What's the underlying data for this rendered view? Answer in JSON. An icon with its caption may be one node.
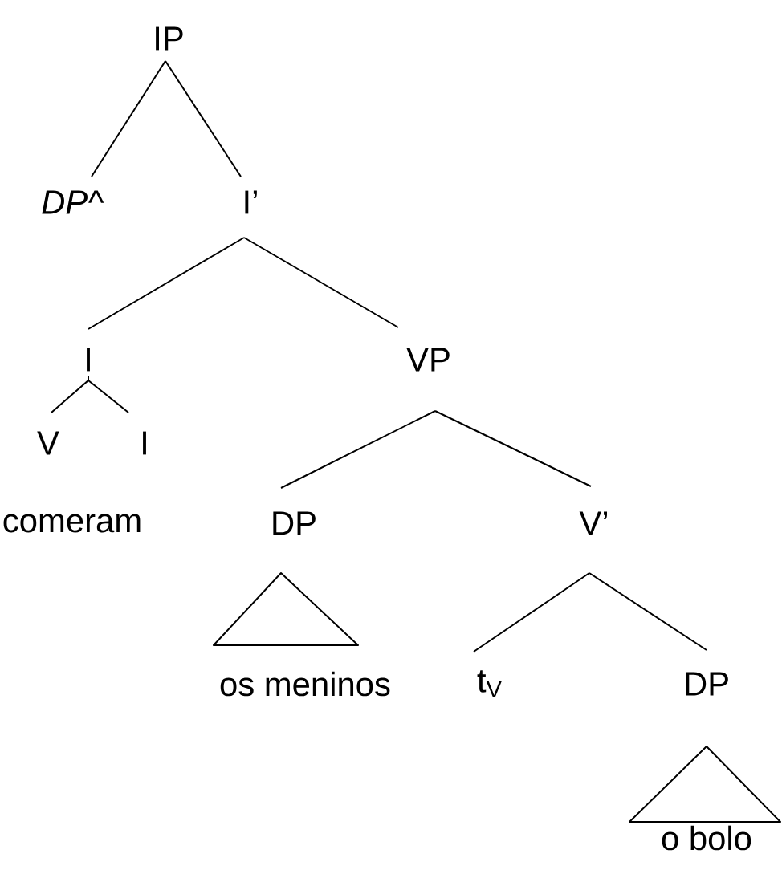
{
  "diagram": {
    "nodes": [
      {
        "text": [
          "IP"
        ]
      },
      {
        "text": [
          "DP^"
        ]
      },
      {
        "text": [
          "I’"
        ]
      },
      {
        "text": [
          "I"
        ]
      },
      {
        "text": [
          "VP"
        ]
      },
      {
        "text": [
          "V"
        ]
      },
      {
        "text": [
          "I"
        ]
      },
      {
        "text": [
          "comeram"
        ]
      },
      {
        "text": [
          "DP"
        ]
      },
      {
        "text": [
          "V’"
        ]
      },
      {
        "text": [
          "os meninos"
        ]
      },
      {
        "text": [
          "t$_{V}$"
        ]
      },
      {
        "text": [
          "DP"
        ]
      },
      {
        "text": [
          "o bolo"
        ]
      }
    ],
    "edges": [
      {
        "from": 0,
        "to": 1,
        "arrow": "none"
      },
      {
        "from": 0,
        "to": 2,
        "arrow": "none"
      },
      {
        "from": 2,
        "to": 3,
        "arrow": "none"
      },
      {
        "from": 2,
        "to": 4,
        "arrow": "none"
      },
      {
        "from": 3,
        "to": 5,
        "arrow": "none"
      },
      {
        "from": 3,
        "to": 6,
        "arrow": "none"
      },
      {
        "from": 4,
        "to": 8,
        "arrow": "none"
      },
      {
        "from": 4,
        "to": 9,
        "arrow": "none"
      },
      {
        "from": 8,
        "to": 10,
        "arrow": "none"
      },
      {
        "from": 9,
        "to": 11,
        "arrow": "none"
      },
      {
        "from": 9,
        "to": 12,
        "arrow": "none"
      },
      {
        "from": 12,
        "to": 13,
        "arrow": "none"
      }
    ]
  }
}
